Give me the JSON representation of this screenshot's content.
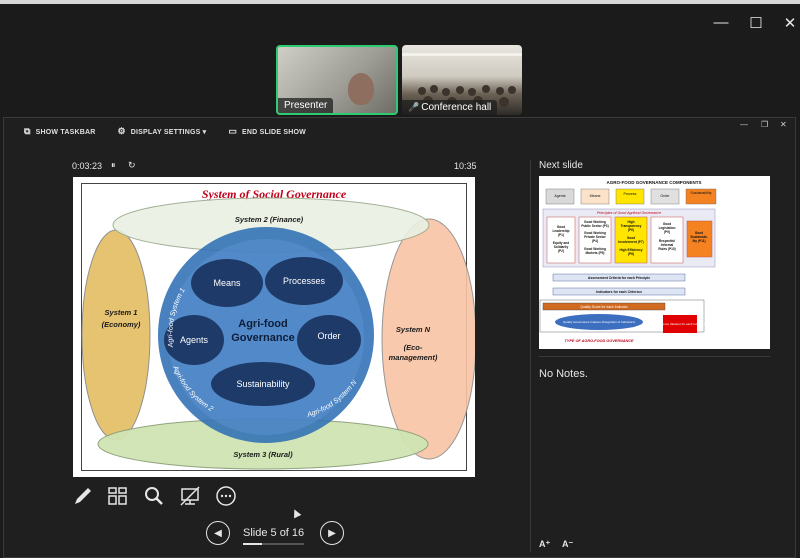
{
  "window": {
    "minimize": "—",
    "maximize": "☐",
    "close": "✕"
  },
  "participants": [
    {
      "name": "Presenter",
      "muted": false
    },
    {
      "name": "Conference hall",
      "muted": true
    }
  ],
  "presenter_toolbar": {
    "show_taskbar": "SHOW TASKBAR",
    "display_settings": "DISPLAY SETTINGS ▾",
    "end_slide_show": "END SLIDE SHOW"
  },
  "timer": {
    "elapsed": "0:03:23",
    "pause": "⏸",
    "reset": "↻",
    "clock": "10:35"
  },
  "slide": {
    "title": "System of Social Governance",
    "system2": "System 2 (Finance)",
    "system1_line1": "System 1",
    "system1_line2": "(Economy)",
    "systemN_line1": "System N",
    "systemN_line2": "(Eco-",
    "systemN_line3": "management)",
    "system3": "System 3 (Rural)",
    "center_line1": "Agri-food",
    "center_line2": "Governance",
    "means": "Means",
    "processes": "Processes",
    "agents": "Agents",
    "order": "Order",
    "sustainability": "Sustainability",
    "arc1": "Agri-food System 1",
    "arc2": "Agri-food System 2",
    "arcN": "Agri-food System N"
  },
  "next_slide": {
    "label": "Next slide",
    "title": "AGRO-FOOD GOVERNANCE COMPONENTS",
    "components": [
      "Agents",
      "Means",
      "Process",
      "Order",
      "Sustainability"
    ],
    "principles_title": "Principles of Good Agrifood Governance",
    "box1": [
      "Good",
      "Leadership",
      "(P1)",
      "Equity and",
      "Solidarity",
      "(P2)"
    ],
    "box2": [
      "Good Working",
      "Public Sector (P3)",
      "Good Working",
      "Private Sector",
      "(P4)",
      "Good Working",
      "Markets (P5)"
    ],
    "box3": [
      "High",
      "Transparency",
      "(P6)",
      "Good",
      "Involvement (P7)",
      "High Efficiency",
      "(P8)"
    ],
    "box4": [
      "Good",
      "Legislation",
      "(P9)",
      "Respectful",
      "Informal",
      "Rules (P10)"
    ],
    "box5": [
      "Good",
      "Sustainabi-",
      "lity (P11)"
    ],
    "assessment": "Assessment Criteria for each Principle",
    "indicators": "Indicators for each Criterion",
    "quality_score": "Quality Score for each Indicator",
    "quality_index": "Quality Governance Indexes (Integration of Indicators)",
    "reference": "Reference Value(s) for each Indicator",
    "type_label": "TYPE OF AGRO-FOOD GOVERNANCE"
  },
  "notes": {
    "text": "No Notes."
  },
  "zoom": {
    "increase": "A⁺",
    "decrease": "A⁻"
  },
  "navigation": {
    "prev": "◀",
    "next": "▶",
    "slide_label": "Slide 5 of 16",
    "progress": 0.3125
  },
  "colors": {
    "presenter_border": "#2ecc71",
    "slide_title": "#c0001a",
    "core_blue": "#2f6fb5",
    "bubble_navy": "#1e3a68",
    "system1": "#e4c069",
    "systemN": "#f9c4a6",
    "system_top": "#e9f0e3",
    "system3": "#cfe4b4"
  },
  "icons": [
    "pen-icon",
    "grid-icon",
    "magnifier-icon",
    "monitor-icon",
    "more-icon"
  ]
}
